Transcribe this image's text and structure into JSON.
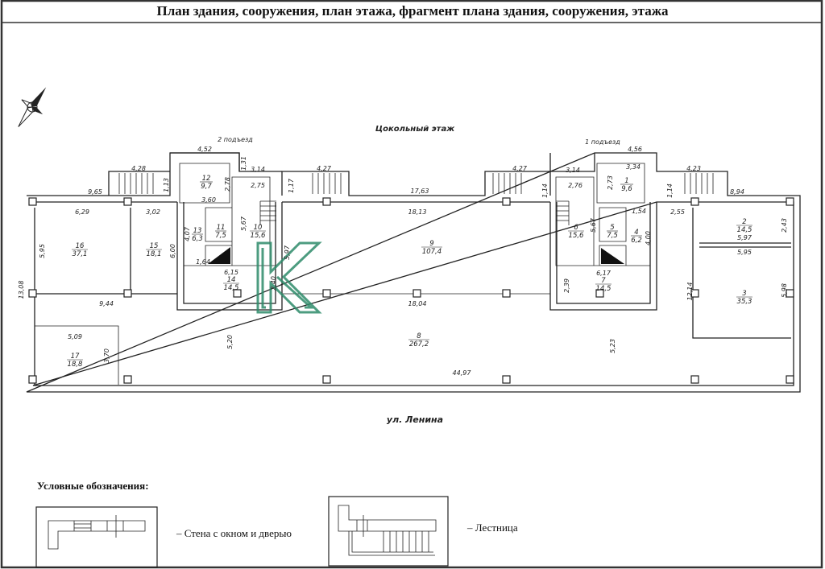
{
  "title": "План здания, сооружения, план этажа, фрагмент плана здания, сооружения, этажа",
  "floor_label": "Цокольный этаж",
  "entrances": [
    "2 подъезд",
    "1 подъезд"
  ],
  "street": "ул. Ленина",
  "rooms": [
    {
      "number": "1",
      "area": "9,6"
    },
    {
      "number": "2",
      "area": "14,5"
    },
    {
      "number": "3",
      "area": "35,3"
    },
    {
      "number": "4",
      "area": "6,2"
    },
    {
      "number": "5",
      "area": "7,5"
    },
    {
      "number": "6",
      "area": "15,6"
    },
    {
      "number": "7",
      "area": "14,5"
    },
    {
      "number": "8",
      "area": "267,2"
    },
    {
      "number": "9",
      "area": "107,4"
    },
    {
      "number": "10",
      "area": "15,6"
    },
    {
      "number": "11",
      "area": "7,5"
    },
    {
      "number": "12",
      "area": "9,7"
    },
    {
      "number": "13",
      "area": "6,3"
    },
    {
      "number": "14",
      "area": "14,5"
    },
    {
      "number": "15",
      "area": "18,1"
    },
    {
      "number": "16",
      "area": "37,1"
    },
    {
      "number": "17",
      "area": "18,8"
    }
  ],
  "dimensions": [
    "4,52",
    "1,31",
    "3,14",
    "4,27",
    "4,28",
    "9,65",
    "1,13",
    "2,78",
    "2,75",
    "1,17",
    "17,63",
    "4,27",
    "3,14",
    "4,56",
    "3,34",
    "2,73",
    "2,76",
    "1,14",
    "1,14",
    "4,23",
    "8,94",
    "6,29",
    "3,02",
    "3,60",
    "18,13",
    "1,54",
    "2,55",
    "4,07",
    "5,67",
    "2,43",
    "5,67",
    "4,00",
    "5,95",
    "6,00",
    "5,97",
    "5,97",
    "5,95",
    "1,64",
    "6,15",
    "2,40",
    "6,17",
    "2,39",
    "13,08",
    "12,14",
    "5,98",
    "9,44",
    "18,04",
    "5,09",
    "3,70",
    "5,20",
    "5,23",
    "44,97"
  ],
  "legend": {
    "heading": "Условные обозначения:",
    "items": [
      "– Стена с окном и дверью",
      "– Лестница"
    ]
  },
  "colors": {
    "watermark": "#2e8b6a",
    "line": "#222222"
  }
}
